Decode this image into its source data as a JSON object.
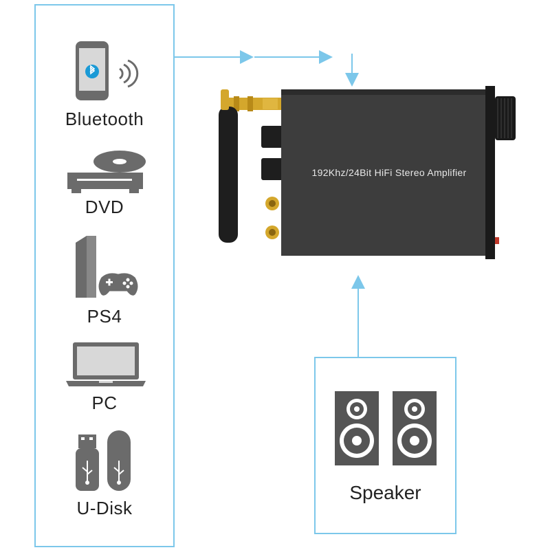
{
  "sources": [
    {
      "label": "Bluetooth",
      "icon": "smartphone-bluetooth-icon"
    },
    {
      "label": "DVD",
      "icon": "dvd-player-icon"
    },
    {
      "label": "PS4",
      "icon": "game-console-icon"
    },
    {
      "label": "PC",
      "icon": "laptop-icon"
    },
    {
      "label": "U-Disk",
      "icon": "usb-drive-icon"
    }
  ],
  "amplifier": {
    "label": "192Khz/24Bit HiFi Stereo Amplifier"
  },
  "speaker": {
    "label": "Speaker",
    "icon": "speaker-icon"
  },
  "colors": {
    "accent": "#7cc7ea",
    "icon_gray": "#6b6b6b",
    "amp_body": "#3a3a3a",
    "gold": "#d4a72c"
  }
}
